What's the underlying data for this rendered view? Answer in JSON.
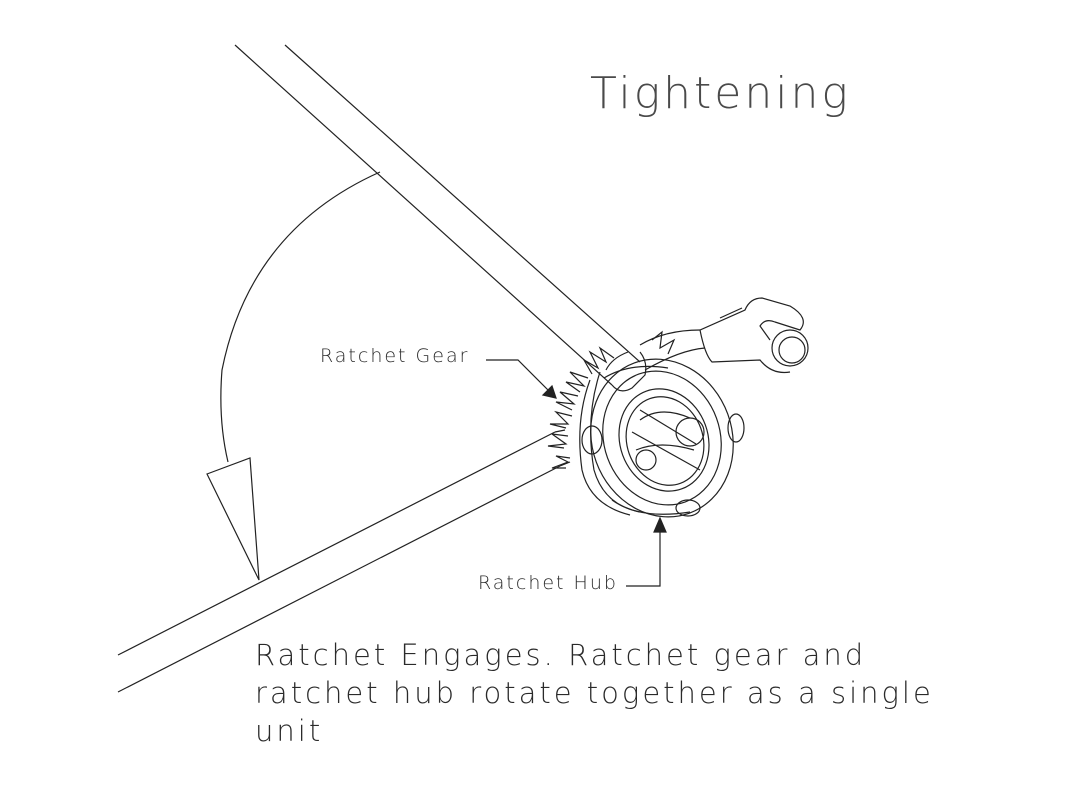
{
  "title": "Tightening",
  "labels": {
    "ratchet_gear": "Ratchet Gear",
    "ratchet_hub": "Ratchet Hub"
  },
  "caption": {
    "line1": "Ratchet Engages. Ratchet gear and",
    "line2": "ratchet hub rotate together as a single",
    "line3": "unit"
  },
  "colors": {
    "line": "#222222",
    "background": "#ffffff"
  }
}
